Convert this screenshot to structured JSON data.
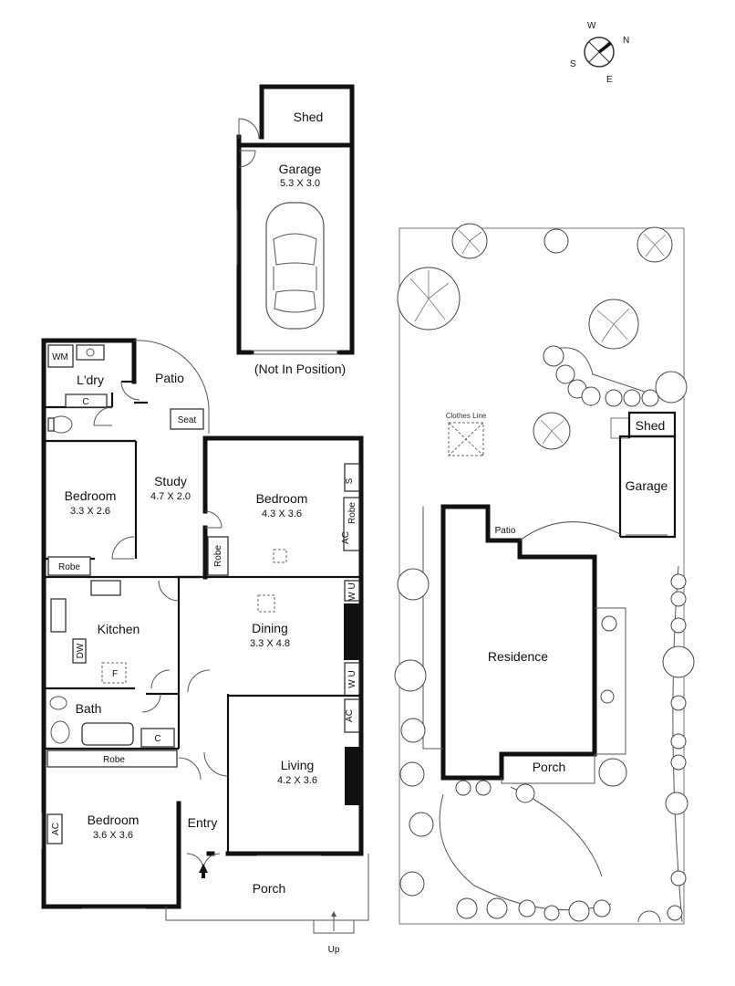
{
  "compass": {
    "n": "N",
    "s": "S",
    "e": "E",
    "w": "W"
  },
  "garage_unit": {
    "shed": "Shed",
    "garage": "Garage",
    "garage_dim": "5.3 X 3.0",
    "note": "(Not In Position)"
  },
  "house": {
    "rooms": [
      {
        "key": "wm",
        "label": "WM"
      },
      {
        "key": "ldry",
        "label": "L'dry"
      },
      {
        "key": "c_ldry",
        "label": "C"
      },
      {
        "key": "patio",
        "label": "Patio"
      },
      {
        "key": "seat",
        "label": "Seat"
      },
      {
        "key": "bed1",
        "label": "Bedroom",
        "dim": "3.3 X 2.6"
      },
      {
        "key": "study",
        "label": "Study",
        "dim": "4.7 X 2.0"
      },
      {
        "key": "bed2",
        "label": "Bedroom",
        "dim": "4.3 X 3.6"
      },
      {
        "key": "robe1",
        "label": "Robe"
      },
      {
        "key": "robe2",
        "label": "Robe"
      },
      {
        "key": "robe3",
        "label": "Robe"
      },
      {
        "key": "s",
        "label": "S"
      },
      {
        "key": "ac1",
        "label": "AC"
      },
      {
        "key": "kitchen",
        "label": "Kitchen"
      },
      {
        "key": "dw",
        "label": "DW"
      },
      {
        "key": "f",
        "label": "F"
      },
      {
        "key": "dining",
        "label": "Dining",
        "dim": "3.3 X 4.8"
      },
      {
        "key": "wu1",
        "label": "W U"
      },
      {
        "key": "wu2",
        "label": "W U"
      },
      {
        "key": "bath",
        "label": "Bath"
      },
      {
        "key": "c_bath",
        "label": "C"
      },
      {
        "key": "robe4",
        "label": "Robe"
      },
      {
        "key": "ac2",
        "label": "AC"
      },
      {
        "key": "living",
        "label": "Living",
        "dim": "4.2 X 3.6"
      },
      {
        "key": "bed3",
        "label": "Bedroom",
        "dim": "3.6 X 3.6"
      },
      {
        "key": "ac3",
        "label": "AC"
      },
      {
        "key": "entry",
        "label": "Entry"
      },
      {
        "key": "porch",
        "label": "Porch"
      },
      {
        "key": "up",
        "label": "Up"
      }
    ]
  },
  "site": {
    "clothes_line": "Clothes Line",
    "shed": "Shed",
    "garage": "Garage",
    "patio": "Patio",
    "residence": "Residence",
    "porch": "Porch"
  }
}
